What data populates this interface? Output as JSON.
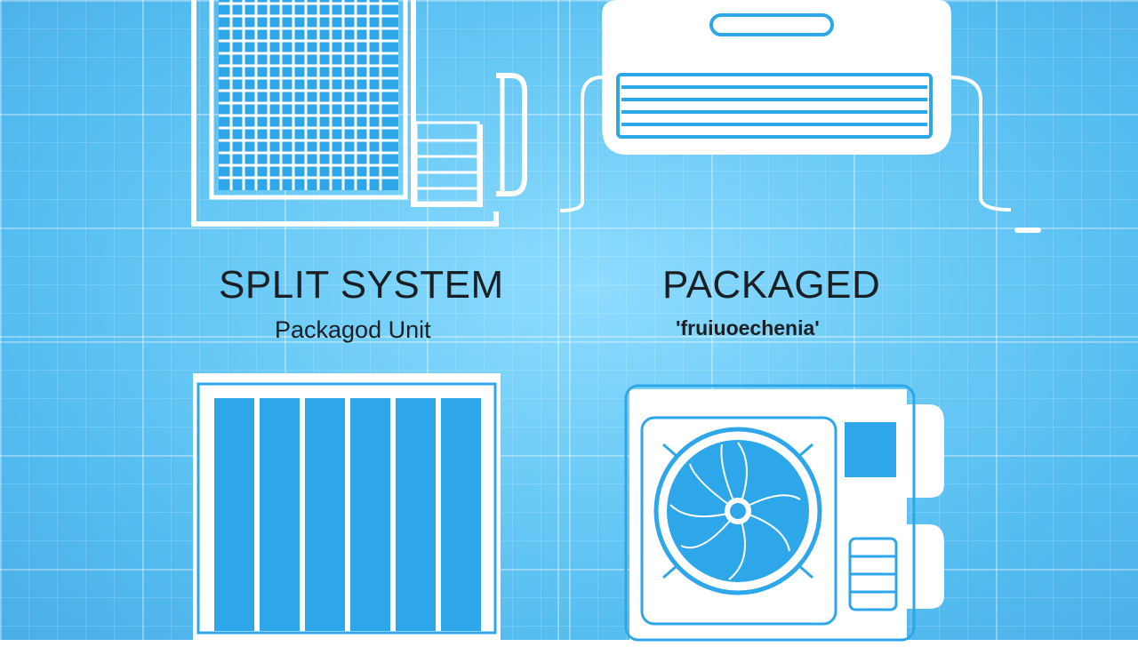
{
  "labels": {
    "left_title": "SPLIT SYSTEM",
    "left_subtitle": "Packagod Unit",
    "right_title": "PACKAGED",
    "right_subtitle": "'fruiuoechenia'"
  },
  "colors": {
    "background": "#6fcdf7",
    "line": "#ffffff",
    "fill_blue": "#2ea7ea",
    "text": "#1b1f24"
  },
  "icons": [
    "outdoor-condenser-grille-icon",
    "wall-mounted-indoor-unit-icon",
    "panel-unit-icon",
    "outdoor-fan-unit-icon"
  ]
}
